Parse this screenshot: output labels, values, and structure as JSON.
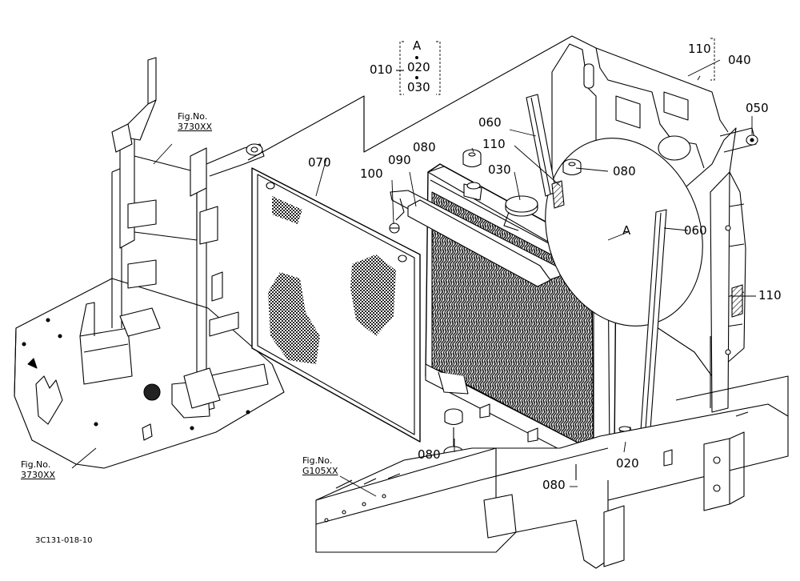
{
  "colors": {
    "line": "#000000",
    "background": "#ffffff",
    "dark_fill": "#222222",
    "light_fill": "#777777"
  },
  "labels": {
    "p010": "010",
    "p020_top": "020",
    "p030_top": "030",
    "group_a_top": "A",
    "p110_top": "110",
    "p040": "040",
    "p050": "050",
    "p060_top": "060",
    "p080_top_left": "080",
    "p110_mid": "110",
    "p070": "070",
    "p100": "100",
    "p090": "090",
    "p030_mid": "030",
    "p080_right": "080",
    "callout_a": "A",
    "p060_right": "060",
    "p110_right": "110",
    "p080_bottom_left": "080",
    "p020_bottom": "020",
    "p080_bottom_right": "080"
  },
  "fig_refs": {
    "fig_top": {
      "line1": "Fig.No.",
      "line2": "3730XX"
    },
    "fig_bottom_left": {
      "line1": "Fig.No.",
      "line2": "3730XX"
    },
    "fig_bottom_mid": {
      "line1": "Fig.No.",
      "line2": "G105XX"
    }
  },
  "doc_id": "3C131-018-10"
}
